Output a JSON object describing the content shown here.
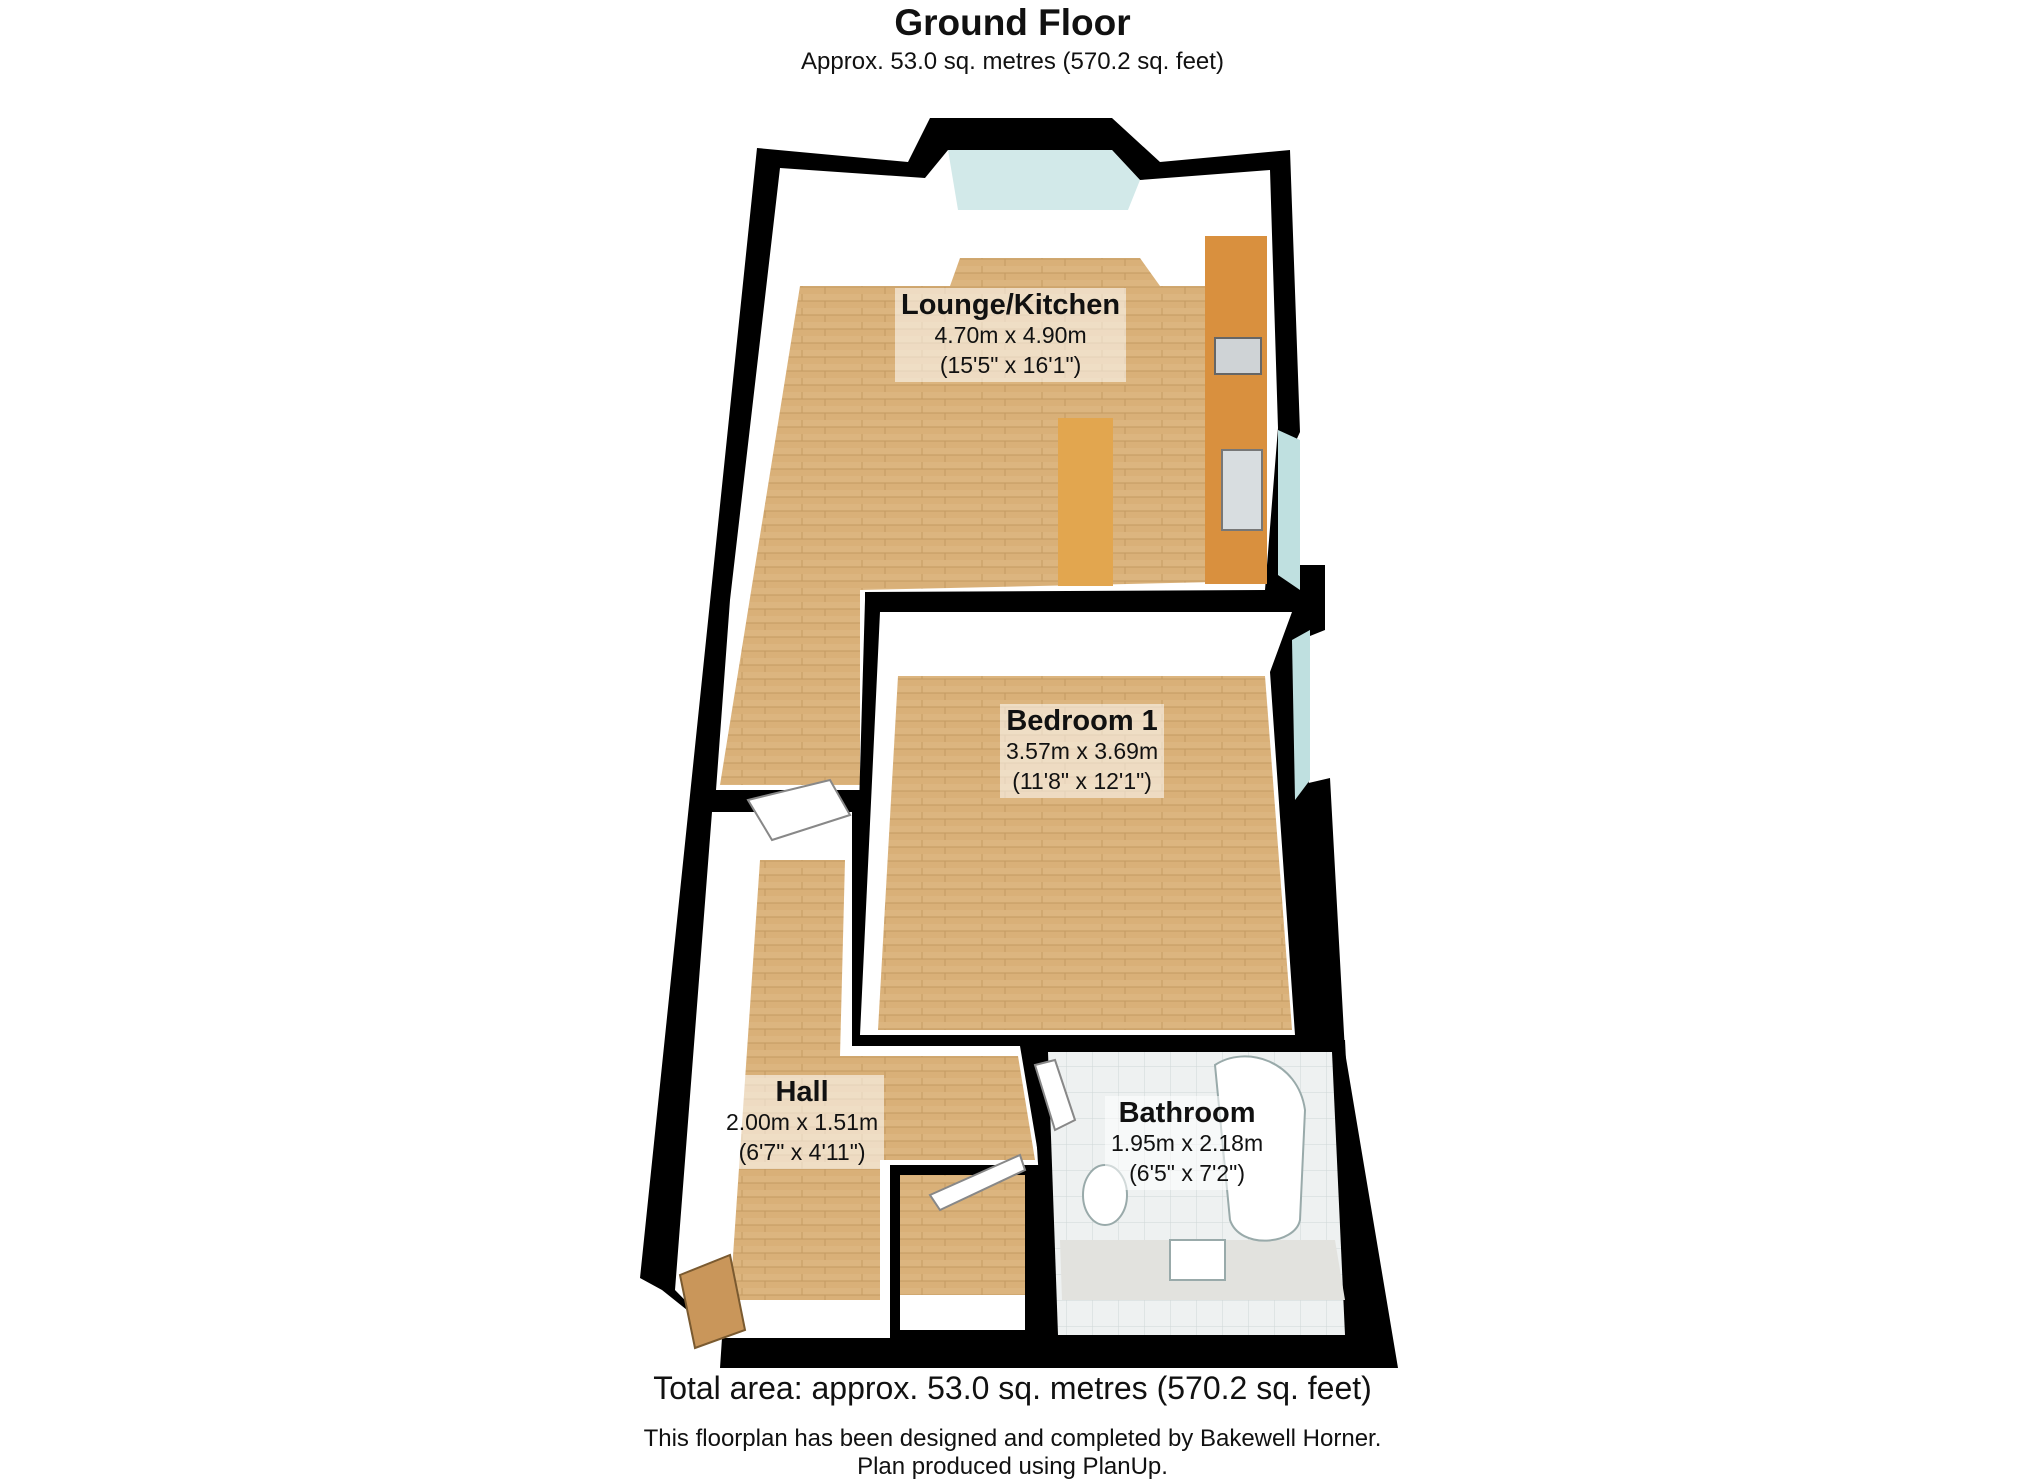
{
  "header": {
    "title": "Ground Floor",
    "subtitle": "Approx.  53.0 sq. metres (570.2 sq. feet)"
  },
  "rooms": {
    "lounge": {
      "name": "Lounge/Kitchen",
      "metric": "4.70m x 4.90m",
      "imperial": "(15'5\" x 16'1\")"
    },
    "bedroom": {
      "name": "Bedroom 1",
      "metric": "3.57m x 3.69m",
      "imperial": "(11'8\" x 12'1\")"
    },
    "hall": {
      "name": "Hall",
      "metric": "2.00m x 1.51m",
      "imperial": "(6'7\" x 4'11\")"
    },
    "bathroom": {
      "name": "Bathroom",
      "metric": "1.95m x 2.18m",
      "imperial": "(6'5\" x 7'2\")"
    }
  },
  "footer": {
    "total": "Total area: approx.  53.0 sq. metres (570.2 sq. feet)",
    "credit_line1": "This floorplan has been designed and completed by Bakewell  Horner.",
    "credit_line2": "Plan produced using PlanUp."
  },
  "colors": {
    "floor_wood": "#d9b078",
    "wall": "#000000",
    "wall_face": "#ffffff",
    "counter": "#d9903e",
    "window_glass": "#bfe0e0",
    "tile": "#eef1f1"
  }
}
